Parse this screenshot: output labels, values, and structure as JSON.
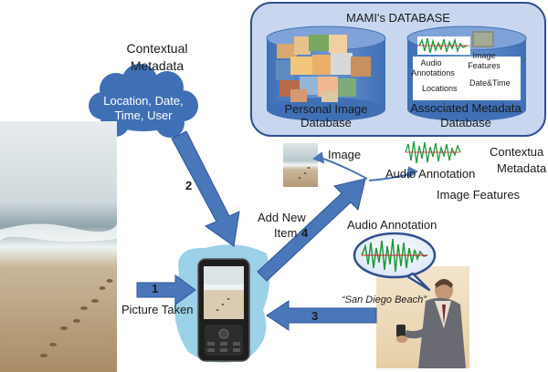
{
  "database": {
    "title": "MAMI's DATABASE",
    "personal_db_label_line1": "Personal Image",
    "personal_db_label_line2": "Database",
    "metadata_db_label_line1": "Associated Metadata",
    "metadata_db_label_line2": "Database",
    "metadata_items": {
      "audio_line1": "Audio",
      "audio_line2": "Annotations",
      "image_line1": "Image",
      "image_line2": "Features",
      "locations": "Locations",
      "datetime": "Date&Time"
    }
  },
  "contextual": {
    "title_line1": "Contextual",
    "title_line2": "Metadata",
    "cloud_line1": "Location, Date,",
    "cloud_line2": "Time, User"
  },
  "steps": {
    "step1": "1",
    "step2": "2",
    "step3": "3",
    "step4": "4",
    "picture_taken": "Picture Taken",
    "add_new_item_line1": "Add New",
    "add_new_item_line2": "Item"
  },
  "outputs": {
    "image": "Image",
    "audio_annotation": "Audio Annotation",
    "contextual_line1": "Contextua",
    "contextual_line2": "Metadata",
    "image_features": "Image Features"
  },
  "speech": {
    "title": "Audio Annotation",
    "quote": "“San Diego Beach”"
  },
  "colors": {
    "db_panel_fill": "#c8d7ef",
    "db_panel_stroke": "#2f4f8f",
    "cylinder_fill": "#5a86c8",
    "cylinder_top": "#7fa3d8",
    "arrow_fill": "#4a77b9",
    "arrow_stroke": "#2d5597",
    "cloud_fill": "#3f6fb5",
    "phone_glow": "#9cd1e8",
    "waveform": "#1f9a3a",
    "waveform_red": "#cc2222"
  }
}
